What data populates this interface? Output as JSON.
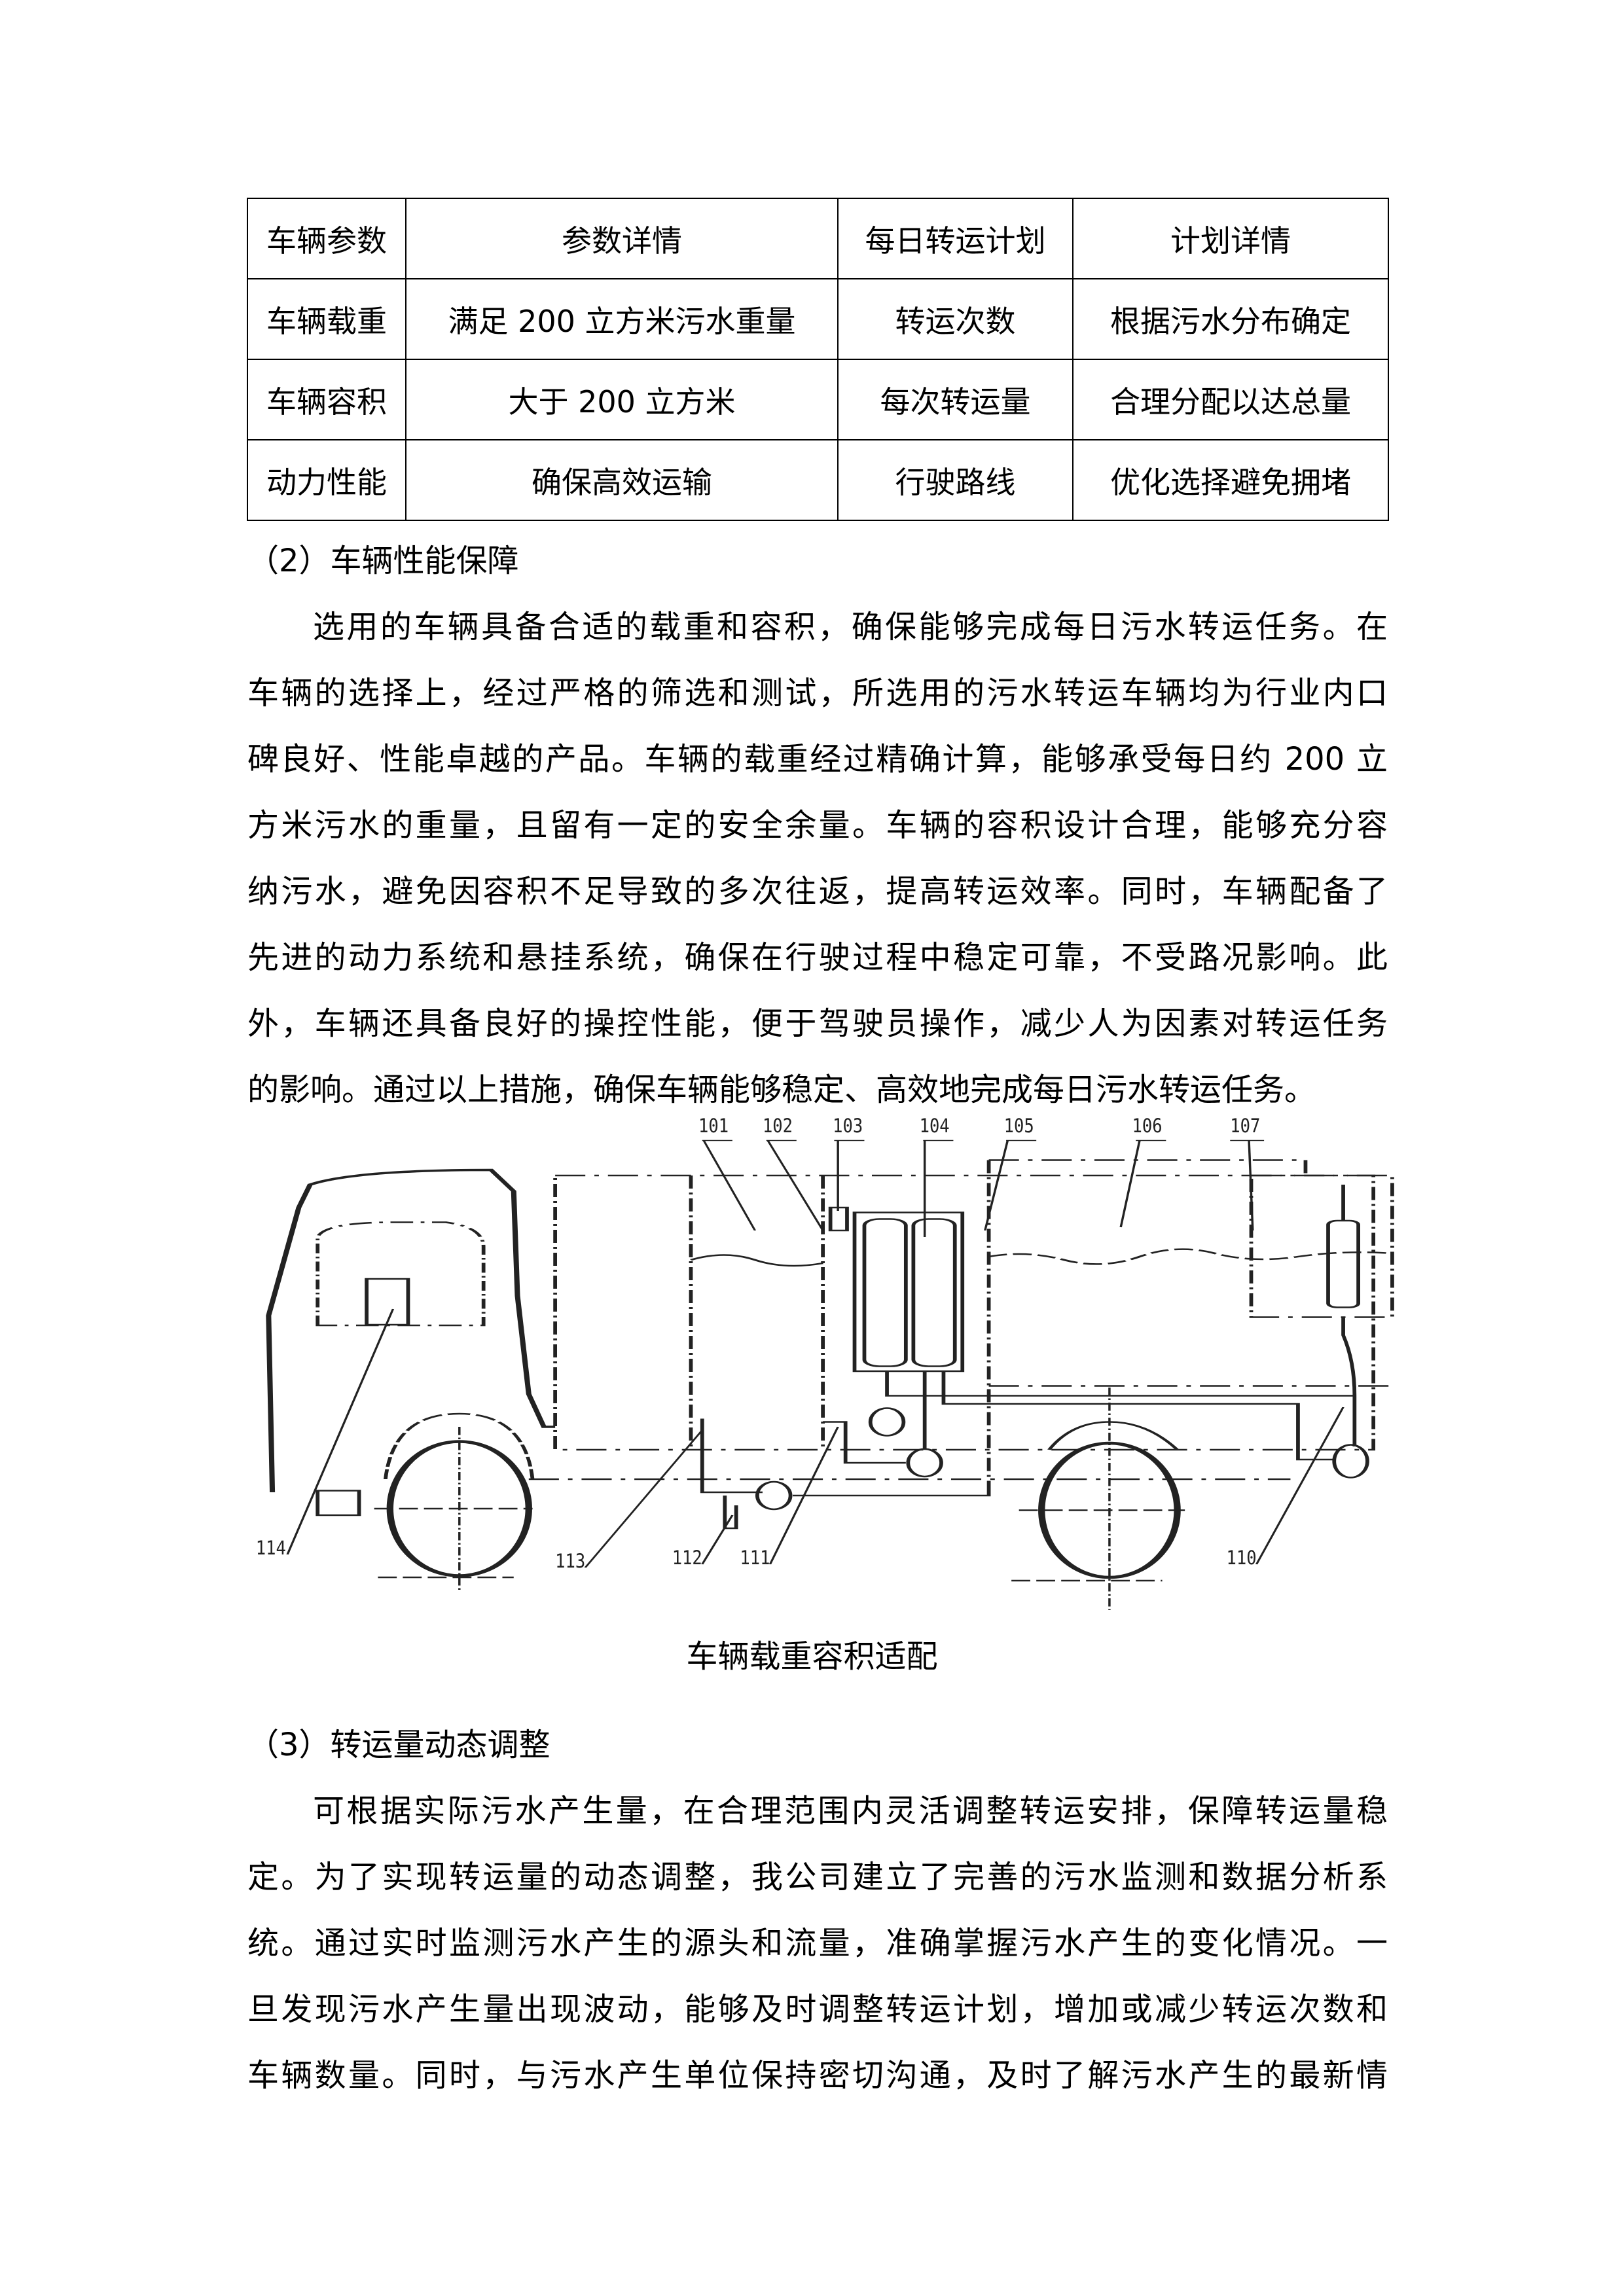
{
  "table": {
    "headers": [
      "车辆参数",
      "参数详情",
      "每日转运计划",
      "计划详情"
    ],
    "rows": [
      [
        "车辆载重",
        "满足 200 立方米污水重量",
        "转运次数",
        "根据污水分布确定"
      ],
      [
        "车辆容积",
        "大于 200 立方米",
        "每次转运量",
        "合理分配以达总量"
      ],
      [
        "动力性能",
        "确保高效运输",
        "行驶路线",
        "优化选择避免拥堵"
      ]
    ]
  },
  "section2": {
    "heading": "（2）车辆性能保障",
    "lines": [
      "选用的车辆具备合适的载重和容积，确保能够完成每日污水转运任务。在",
      "车辆的选择上，经过严格的筛选和测试，所选用的污水转运车辆均为行业内口",
      "碑良好、性能卓越的产品。车辆的载重经过精确计算，能够承受每日约 200 立",
      "方米污水的重量，且留有一定的安全余量。车辆的容积设计合理，能够充分容",
      "纳污水，避免因容积不足导致的多次往返，提高转运效率。同时，车辆配备了",
      "先进的动力系统和悬挂系统，确保在行驶过程中稳定可靠，不受路况影响。此",
      "外，车辆还具备良好的操控性能，便于驾驶员操作，减少人为因素对转运任务",
      "的影响。通过以上措施，确保车辆能够稳定、高效地完成每日污水转运任务。"
    ]
  },
  "figure": {
    "caption": "车辆载重容积适配",
    "labels": [
      "101",
      "102",
      "103",
      "104",
      "105",
      "106",
      "107",
      "110",
      "111",
      "112",
      "113",
      "114"
    ]
  },
  "section3": {
    "heading": "（3）转运量动态调整",
    "lines": [
      "可根据实际污水产生量，在合理范围内灵活调整转运安排，保障转运量稳",
      "定。为了实现转运量的动态调整，我公司建立了完善的污水监测和数据分析系",
      "统。通过实时监测污水产生的源头和流量，准确掌握污水产生的变化情况。一",
      "旦发现污水产生量出现波动，能够及时调整转运计划，增加或减少转运次数和",
      "车辆数量。同时，与污水产生单位保持密切沟通，及时了解污水产生的最新情"
    ]
  }
}
